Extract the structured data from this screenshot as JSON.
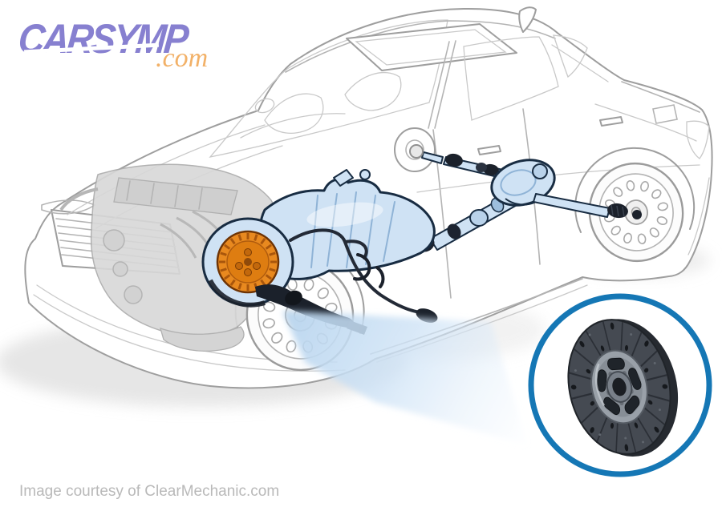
{
  "logo": {
    "brand": "CARSYMP",
    "tld": ".com"
  },
  "footer": {
    "credit": "Image courtesy of ClearMechanic.com"
  },
  "illustration": {
    "subject": "cutaway-sedan-showing-clutch-location",
    "highlighted_part": "clutch",
    "highlight_color": "#e8891f",
    "drivetrain_color": "#cfe2f4",
    "callout": "clutch-disc-magnified-in-circle",
    "callout_ring_color": "#1577b5",
    "spotlight_beam_color": "#bcd7ef",
    "ghost_line_color": "#9e9e9e"
  },
  "colors": {
    "logo-purple": "#8780d0",
    "logo-orange": "#f2b168",
    "credit-gray": "#b9b9b9",
    "ghost": "#9e9e9e",
    "ghost-light": "#c9c9c9",
    "engine-fill": "#d8d8d8",
    "part-blue": "#cfe2f4",
    "part-blue-mid": "#8fb3d6",
    "part-outline": "#182c42",
    "dark": "#1b212b",
    "clutch-orange": "#e8891f",
    "clutch-orange-dark": "#a9560c",
    "beam-blue": "#bcd7ef",
    "ring-blue": "#1577b5",
    "disc-face": "#454a52",
    "disc-hub": "#99a0a8"
  }
}
